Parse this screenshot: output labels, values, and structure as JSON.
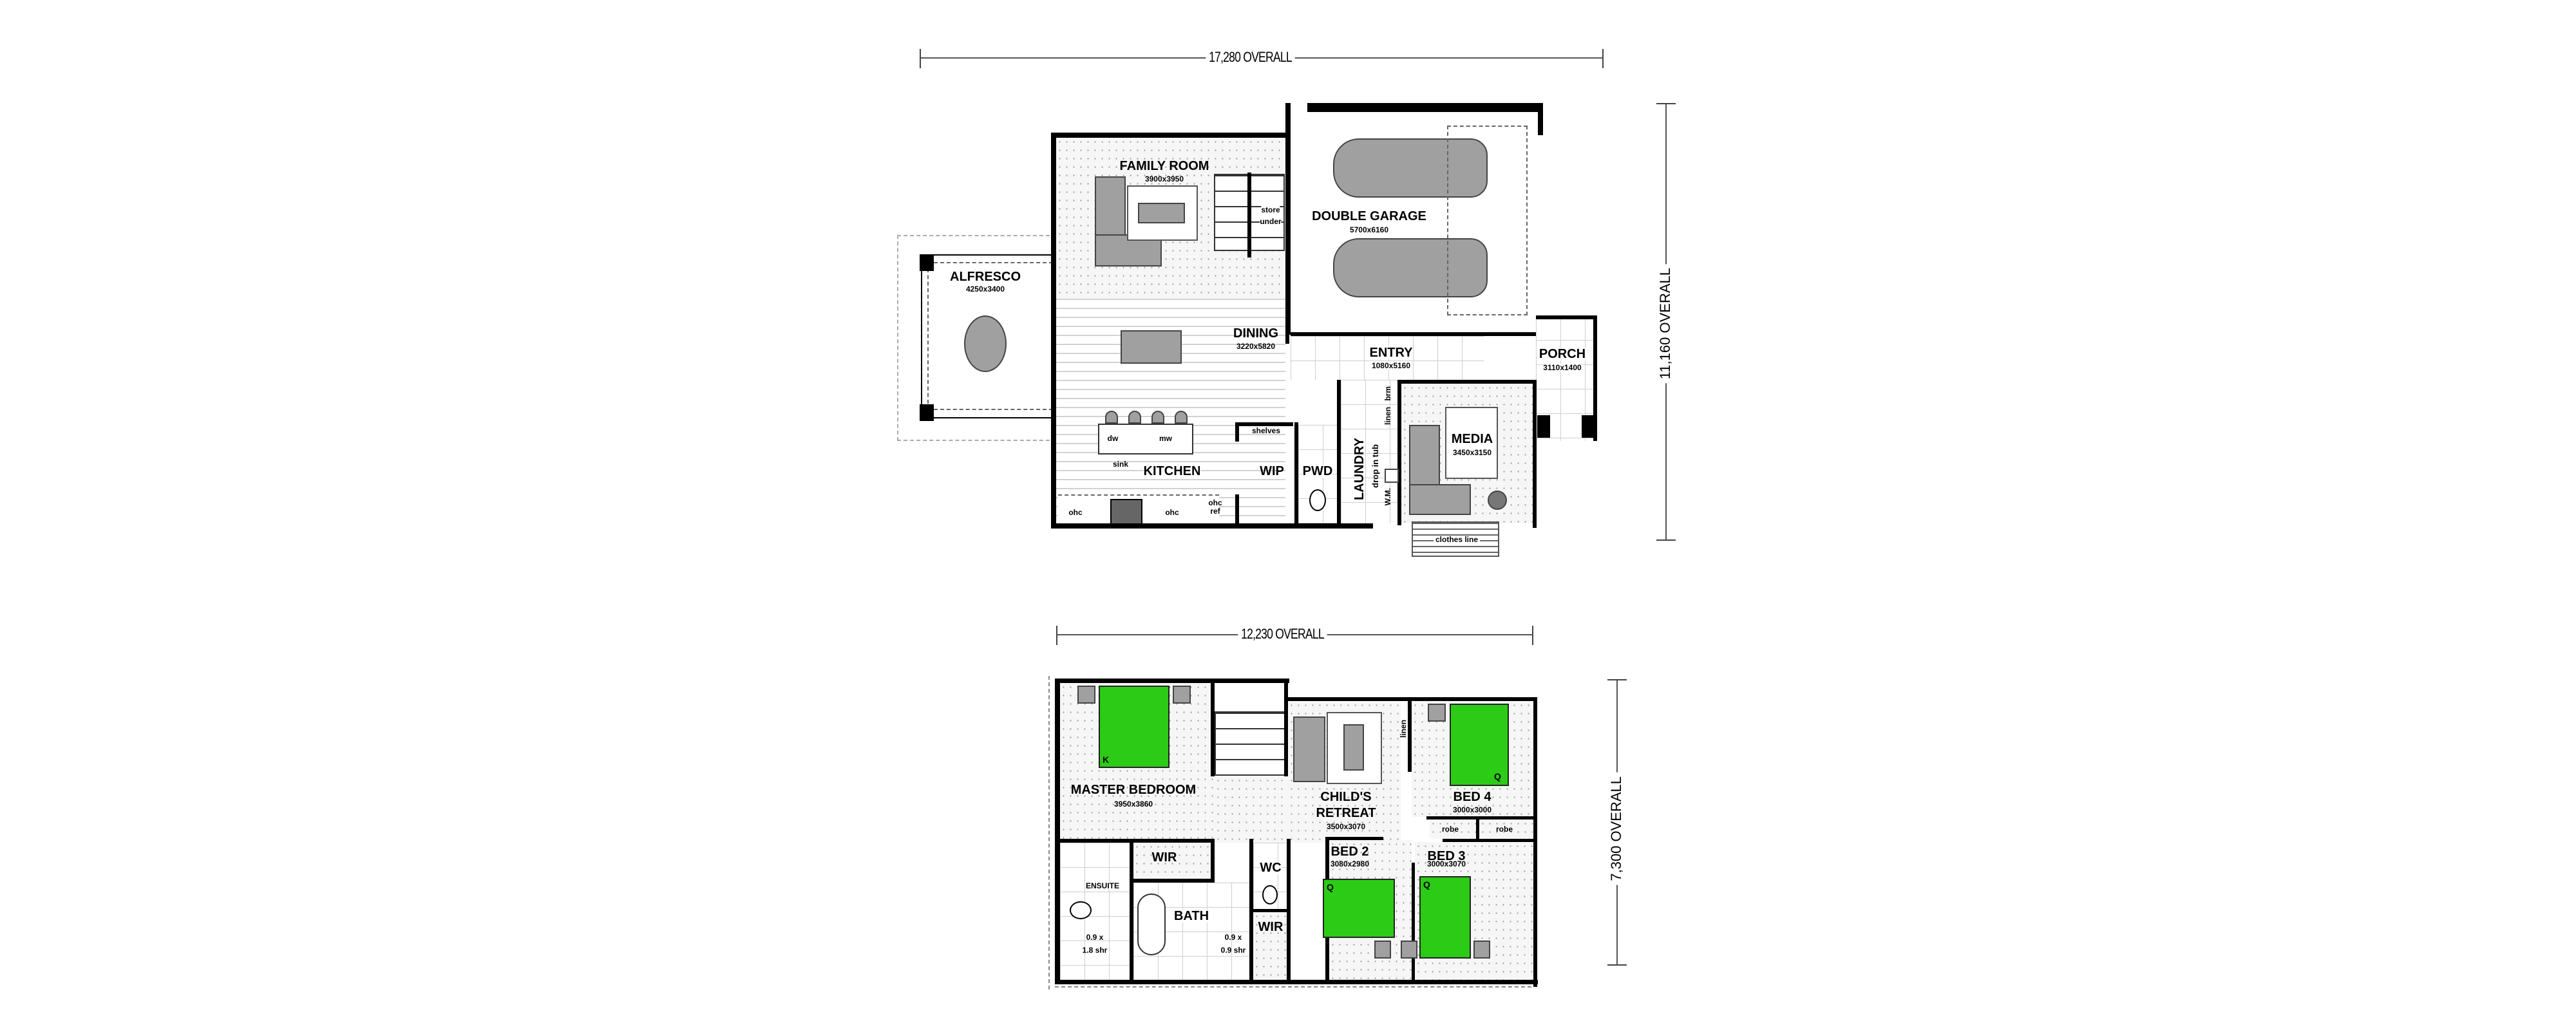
{
  "ground_floor": {
    "overall_width": "17,280 OVERALL",
    "overall_depth": "11,160 OVERALL",
    "rooms": {
      "family_room": {
        "name": "FAMILY ROOM",
        "size": "3900x3950"
      },
      "double_garage": {
        "name": "DOUBLE GARAGE",
        "size": "5700x6160"
      },
      "alfresco": {
        "name": "ALFRESCO",
        "size": "4250x3400"
      },
      "dining": {
        "name": "DINING",
        "size": "3220x5820"
      },
      "entry": {
        "name": "ENTRY",
        "size": "1080x5160"
      },
      "porch": {
        "name": "PORCH",
        "size": "3110x1400"
      },
      "media": {
        "name": "MEDIA",
        "size": "3450x3150"
      },
      "kitchen": {
        "name": "KITCHEN"
      },
      "wip": {
        "name": "WIP"
      },
      "pwd": {
        "name": "PWD"
      },
      "laundry": {
        "name": "LAUNDRY"
      }
    },
    "annotations": {
      "store_under_1": "store",
      "store_under_2": "under",
      "shelves": "shelves",
      "dw": "dw",
      "mw": "mw",
      "sink": "sink",
      "ohc_left": "ohc",
      "ohc_right": "ohc",
      "ohc_ref_1": "ohc",
      "ohc_ref_2": "ref",
      "brm": "brm",
      "linen": "linen",
      "drop_in_tub": "drop in tub",
      "wm": "W.M.",
      "clothes_line": "clothes line"
    }
  },
  "first_floor": {
    "overall_width": "12,230 OVERALL",
    "overall_depth": "7,300 OVERALL",
    "rooms": {
      "master_bedroom": {
        "name": "MASTER BEDROOM",
        "size": "3950x3860"
      },
      "childs_retreat": {
        "name_1": "CHILD'S",
        "name_2": "RETREAT",
        "size": "3500x3070"
      },
      "bed4": {
        "name": "BED 4",
        "size": "3000x3000"
      },
      "bed2": {
        "name": "BED 2",
        "size": "3080x2980"
      },
      "bed3": {
        "name": "BED 3",
        "size": "3000x3070"
      },
      "wir_master": {
        "name": "WIR"
      },
      "ensuite": {
        "name": "ENSUITE"
      },
      "bath": {
        "name": "BATH"
      },
      "wc": {
        "name": "WC"
      },
      "wir_small": {
        "name": "WIR"
      }
    },
    "annotations": {
      "king_bed": "K",
      "queen_bed4": "Q",
      "queen_bed2": "Q",
      "queen_bed3": "Q",
      "linen": "linen",
      "robe_left": "robe",
      "robe_right": "robe",
      "ensuite_shower_1": "0.9 x",
      "ensuite_shower_2": "1.8 shr",
      "bath_shower_1": "0.9 x",
      "bath_shower_2": "0.9 shr"
    }
  },
  "colors": {
    "wall": "#000000",
    "furniture": "#a0a0a0",
    "bed_fill": "#2ccb16",
    "carpet_bg": "#f6f6f6",
    "tile_grid": "#cfcfcf"
  }
}
